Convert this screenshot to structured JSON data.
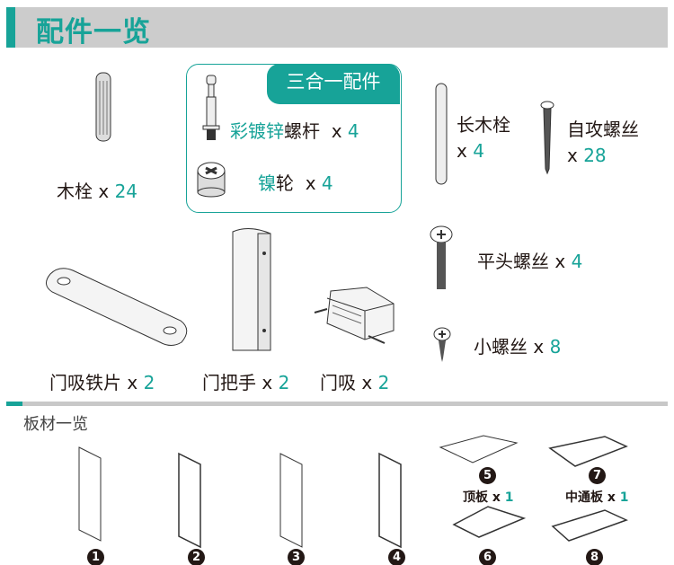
{
  "header": {
    "title": "配件一览"
  },
  "accessories": {
    "dowel": {
      "name": "木栓",
      "x": "x",
      "qty": "24"
    },
    "combo_badge": "三合一配件",
    "bolt": {
      "prefix": "彩镀锌",
      "name": "螺杆",
      "x": "x",
      "qty": "4"
    },
    "cam": {
      "prefix": "镍",
      "name": "轮",
      "x": "x",
      "qty": "4"
    },
    "long_dowel": {
      "name": "长木栓",
      "x": "x",
      "qty": "4"
    },
    "self_tap": {
      "name": "自攻螺丝",
      "x": "x",
      "qty": "28"
    },
    "flat_screw": {
      "name": "平头螺丝",
      "x": "x",
      "qty": "4"
    },
    "small_screw": {
      "name": "小螺丝",
      "x": "x",
      "qty": "8"
    },
    "strike_plate": {
      "name": "门吸铁片",
      "x": "x",
      "qty": "2"
    },
    "handle": {
      "name": "门把手",
      "x": "x",
      "qty": "2"
    },
    "catch": {
      "name": "门吸",
      "x": "x",
      "qty": "2"
    }
  },
  "panels": {
    "title": "板材一览",
    "numbers": [
      "1",
      "2",
      "3",
      "4",
      "5",
      "6",
      "7",
      "8"
    ],
    "top": {
      "name": "顶板",
      "x": "x",
      "qty": "1"
    },
    "middle": {
      "name": "中通板",
      "x": "x",
      "qty": "1"
    }
  },
  "colors": {
    "accent": "#17a398",
    "header": "#cccccc"
  }
}
